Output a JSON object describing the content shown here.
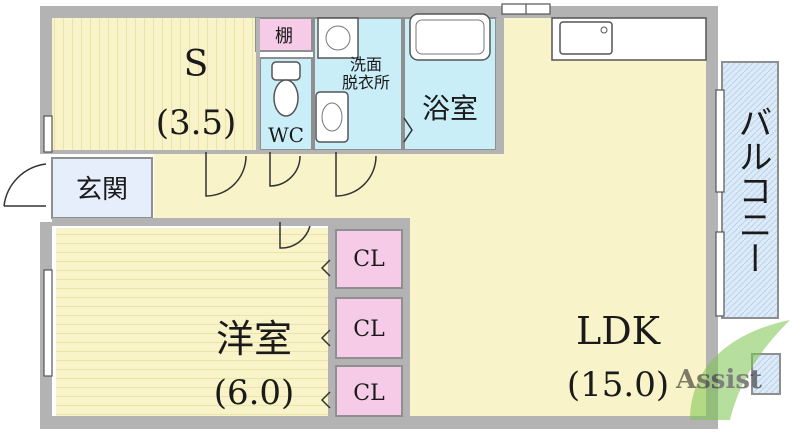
{
  "rooms": {
    "s_room": {
      "name": "S",
      "size": "(3.5)"
    },
    "western_room": {
      "name": "洋室",
      "size": "(6.0)"
    },
    "ldk": {
      "name": "LDK",
      "size": "(15.0)"
    },
    "entrance": {
      "name": "玄関"
    },
    "bathroom": {
      "name": "浴室"
    },
    "washroom": {
      "name_line1": "洗面",
      "name_line2": "脱衣所"
    },
    "toilet": {
      "name": "WC"
    },
    "shelf": {
      "name": "棚"
    },
    "balcony": {
      "name": "バルコニー"
    },
    "closets": [
      {
        "name": "CL"
      },
      {
        "name": "CL"
      },
      {
        "name": "CL"
      }
    ]
  },
  "watermark": {
    "text": "Assist"
  },
  "colors": {
    "wall": "#b3b3b3",
    "wall_dark": "#8f8f8f",
    "yellow_floor": "#f8f3c8",
    "yellow_stripe": "#ece5a7",
    "wet_area": "#c9eef8",
    "pink_storage": "#f5cbe8",
    "balcony": "#dcebf7",
    "entrance": "#e6eefb",
    "watermark": "#7cc44e"
  }
}
